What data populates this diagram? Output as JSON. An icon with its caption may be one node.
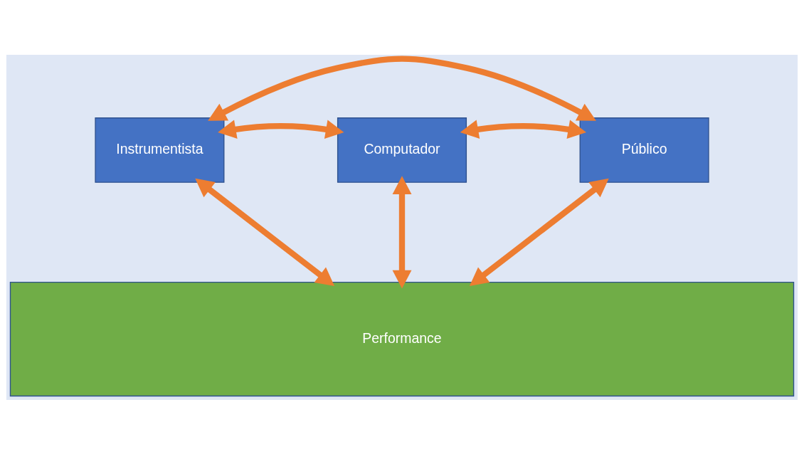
{
  "diagram": {
    "nodes": [
      {
        "text": [
          "Instrumentista"
        ]
      },
      {
        "text": [
          "Computador"
        ]
      },
      {
        "text": [
          "Público"
        ]
      },
      {
        "text": [
          "Performance"
        ]
      }
    ],
    "edges": [
      {
        "from": 0,
        "to": 2,
        "arrow": "both"
      },
      {
        "from": 0,
        "to": 1,
        "arrow": "both"
      },
      {
        "from": 1,
        "to": 2,
        "arrow": "both"
      },
      {
        "from": 0,
        "to": 3,
        "arrow": "both"
      },
      {
        "from": 1,
        "to": 3,
        "arrow": "both"
      },
      {
        "from": 2,
        "to": 3,
        "arrow": "both"
      }
    ]
  }
}
